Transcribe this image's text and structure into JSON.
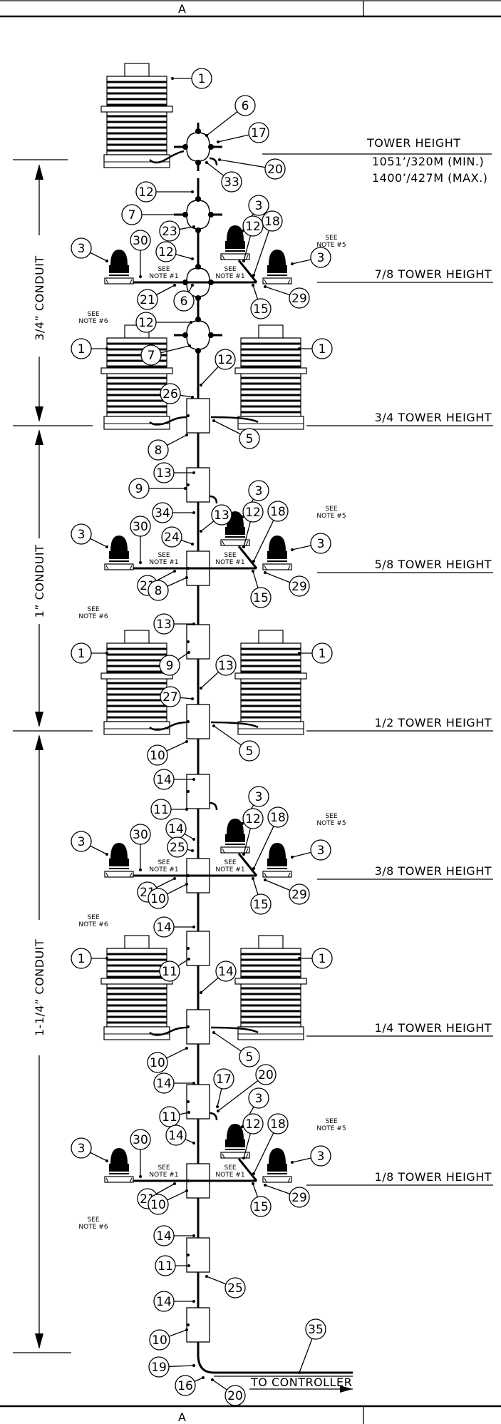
{
  "sheet": {
    "zone_top": "A",
    "zone_bottom": "A"
  },
  "heights": [
    {
      "label": "TOWER HEIGHT",
      "sub": [
        "1051’/320M (MIN.)",
        "1400’/427M (MAX.)"
      ]
    },
    {
      "label": "7/8 TOWER HEIGHT"
    },
    {
      "label": "3/4 TOWER HEIGHT"
    },
    {
      "label": "5/8 TOWER HEIGHT"
    },
    {
      "label": "1/2 TOWER HEIGHT"
    },
    {
      "label": "3/8 TOWER HEIGHT"
    },
    {
      "label": "1/4 TOWER HEIGHT"
    },
    {
      "label": "1/8 TOWER HEIGHT"
    }
  ],
  "conduits": [
    {
      "label": "3/4” CONDUIT"
    },
    {
      "label": "1” CONDUIT"
    },
    {
      "label": "1-1/4” CONDUIT"
    }
  ],
  "notes": {
    "see": "SEE",
    "note1": "NOTE #1",
    "note5": "NOTE #5",
    "note6": "NOTE #6"
  },
  "controller": {
    "label": "TO CONTROLLER"
  },
  "callouts": [
    "1",
    "3",
    "5",
    "6",
    "7",
    "8",
    "9",
    "10",
    "11",
    "12",
    "13",
    "14",
    "15",
    "16",
    "17",
    "18",
    "19",
    "20",
    "21",
    "23",
    "24",
    "25",
    "26",
    "27",
    "29",
    "30",
    "33",
    "34",
    "35"
  ]
}
